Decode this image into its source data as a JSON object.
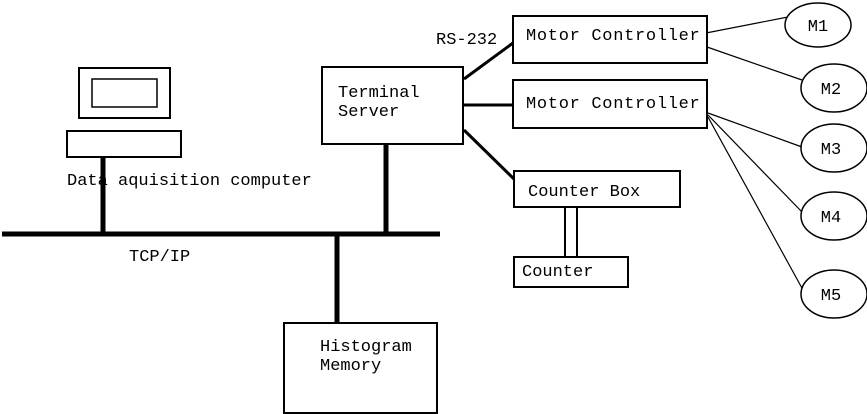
{
  "labels": {
    "rs232": "RS-232",
    "tcpip": "TCP/IP",
    "data_acquisition": "Data aquisition computer"
  },
  "nodes": {
    "terminal_server": {
      "line1": "Terminal",
      "line2": "Server"
    },
    "motor_controller_1": {
      "label": "Motor Controller"
    },
    "motor_controller_2": {
      "label": "Motor Controller"
    },
    "counter_box": {
      "label": "Counter Box"
    },
    "counter": {
      "label": "Counter"
    },
    "histogram_memory": {
      "line1": "Histogram",
      "line2": "Memory"
    },
    "motors": [
      {
        "label": "M1"
      },
      {
        "label": "M2"
      },
      {
        "label": "M3"
      },
      {
        "label": "M4"
      },
      {
        "label": "M5"
      }
    ]
  },
  "links": [
    {
      "from": "Data aquisition computer",
      "to": "TCP/IP bus"
    },
    {
      "from": "Terminal Server",
      "to": "TCP/IP bus"
    },
    {
      "from": "Histogram Memory",
      "to": "TCP/IP bus"
    },
    {
      "from": "Terminal Server",
      "to": "Motor Controller 1",
      "via": "RS-232"
    },
    {
      "from": "Terminal Server",
      "to": "Motor Controller 2"
    },
    {
      "from": "Terminal Server",
      "to": "Counter Box"
    },
    {
      "from": "Motor Controller 1",
      "to": "M1"
    },
    {
      "from": "Motor Controller 1",
      "to": "M2"
    },
    {
      "from": "Motor Controller 2",
      "to": "M3"
    },
    {
      "from": "Motor Controller 2",
      "to": "M4"
    },
    {
      "from": "Motor Controller 2",
      "to": "M5"
    },
    {
      "from": "Counter Box",
      "to": "Counter"
    }
  ],
  "colors": {
    "stroke": "#000000",
    "background": "#ffffff"
  }
}
